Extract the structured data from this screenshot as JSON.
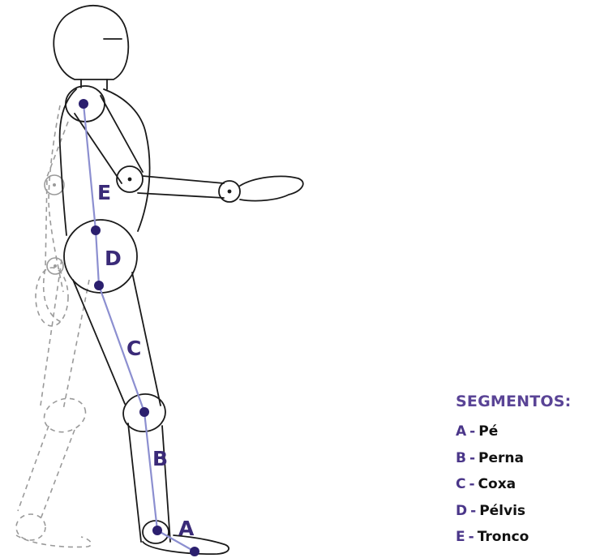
{
  "segment_letters": {
    "a": "A",
    "b": "B",
    "c": "C",
    "d": "D",
    "e": "E"
  },
  "legend": {
    "title": "SEGMENTOS:",
    "items": [
      {
        "key": "A",
        "name": "Pé"
      },
      {
        "key": "B",
        "name": "Perna"
      },
      {
        "key": "C",
        "name": "Coxa"
      },
      {
        "key": "D",
        "name": "Pélvis"
      },
      {
        "key": "E",
        "name": "Tronco"
      }
    ],
    "separator": "-"
  },
  "colors": {
    "outline": "#1a1a1a",
    "ghost_outline": "#9a9a9a",
    "segment_line": "#8c8fd0",
    "joint_dot": "#2b1f6e",
    "letter": "#3a2a78",
    "legend_title": "#5a4496"
  }
}
